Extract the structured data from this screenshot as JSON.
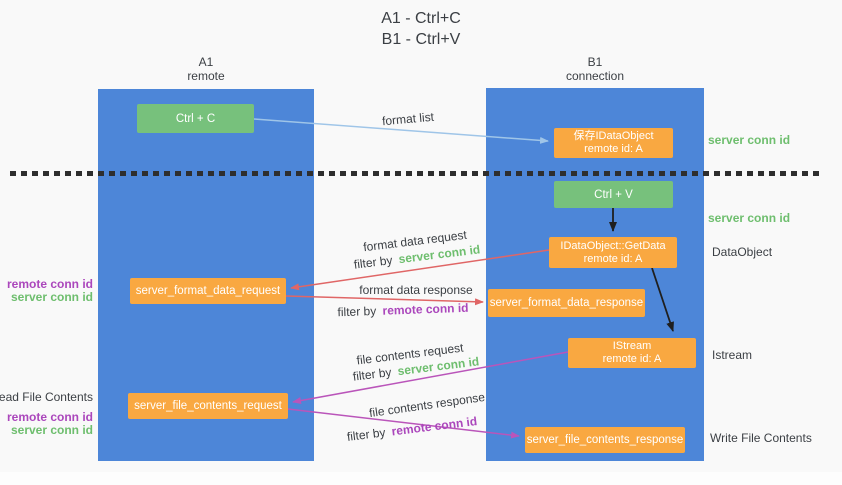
{
  "title": {
    "line1": "A1 - Ctrl+C",
    "line2": "B1 - Ctrl+V"
  },
  "columns": {
    "left": {
      "name": "A1",
      "role": "remote"
    },
    "right": {
      "name": "B1",
      "role": "connection"
    }
  },
  "boxes": {
    "ctrl_c": {
      "label": "Ctrl + C"
    },
    "save_dataobject": {
      "line1": "保存IDataObject",
      "line2": "remote id: A"
    },
    "ctrl_v": {
      "label": "Ctrl + V"
    },
    "getdata": {
      "line1": "IDataObject::GetData",
      "line2": "remote id: A"
    },
    "format_request": {
      "label": "server_format_data_request"
    },
    "format_response": {
      "label": "server_format_data_response"
    },
    "istream": {
      "line1": "IStream",
      "line2": "remote id: A"
    },
    "file_request": {
      "label": "server_file_contents_request"
    },
    "file_response": {
      "label": "server_file_contents_response"
    }
  },
  "labels": {
    "format_list": "format list",
    "format_data_request": "format data request",
    "format_data_response": "format data response",
    "file_contents_request": "file contents request",
    "file_contents_response": "file contents response",
    "filter_by": "filter by",
    "server_conn_id": "server conn id",
    "remote_conn_id": "remote conn id",
    "dataobject": "DataObject",
    "istream": "Istream",
    "read_file_contents": "Read File Contents",
    "write_file_contents": "Write File Contents"
  },
  "colors": {
    "column_blue": "#4d86d8",
    "box_green": "#77c17c",
    "box_orange": "#f9a841",
    "conn_id_green": "#6ebe6e",
    "conn_id_purple": "#ab47bc",
    "arrow_red": "#e06666",
    "arrow_magenta": "#ba55ba",
    "arrow_light_blue": "#9fc5e8",
    "arrow_black": "#1f1f1f"
  }
}
